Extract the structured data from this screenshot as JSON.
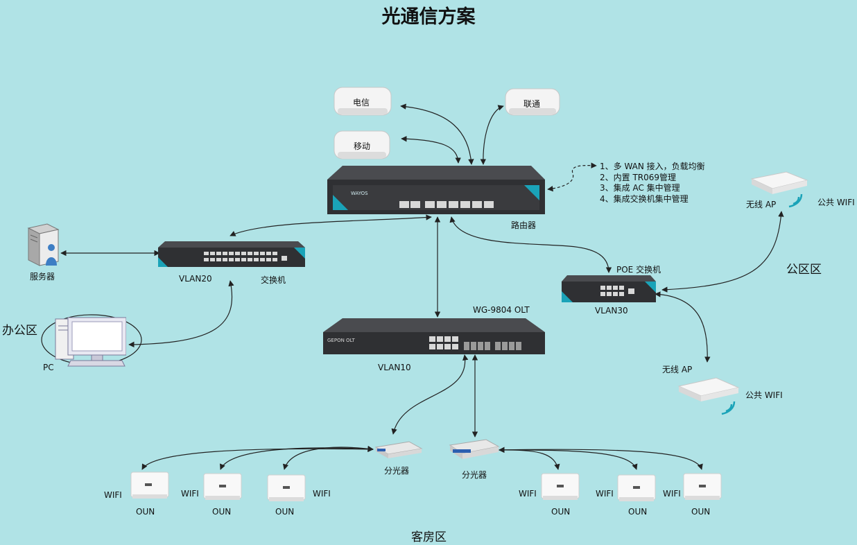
{
  "title": "光通信方案",
  "colors": {
    "background": "#b0e3e6",
    "device": "#2f3033",
    "accent": "#1aa3b8",
    "modem": "#f4f4f4",
    "wire": "#222222"
  },
  "modems": {
    "telecom": "电信",
    "unicom": "联通",
    "mobile": "移动"
  },
  "router": {
    "label": "路由器",
    "brand": "WAYOS",
    "features": [
      "1、多 WAN 接入，负载均衡",
      "2、内置 TR069管理",
      "3、集成 AC 集中管理",
      "4、集成交换机集中管理"
    ]
  },
  "server": {
    "label": "服务器"
  },
  "switch_vlan20": {
    "vlan": "VLAN20",
    "label": "交换机"
  },
  "office": {
    "zone": "办公区",
    "pc": "PC"
  },
  "olt": {
    "model": "WG-9804 OLT",
    "vlan": "VLAN10",
    "plate": "GEPON OLT"
  },
  "poe_switch": {
    "label": "POE 交换机",
    "vlan": "VLAN30"
  },
  "public_zone": {
    "zone": "公区区",
    "ap_top": "无线 AP",
    "wifi_top": "公共 WIFI",
    "ap_bottom": "无线 AP",
    "wifi_bottom": "公共 WIFI"
  },
  "splitters": {
    "left": "分光器",
    "right": "分光器"
  },
  "onus": [
    {
      "label": "OUN",
      "wifi": "WIFI"
    },
    {
      "label": "OUN",
      "wifi": "WIFI"
    },
    {
      "label": "OUN",
      "wifi": "WIFI"
    },
    {
      "label": "OUN",
      "wifi": "WIFI"
    },
    {
      "label": "OUN",
      "wifi": "WIFI"
    },
    {
      "label": "OUN",
      "wifi": "WIFI"
    }
  ],
  "guest_zone": "客房区"
}
